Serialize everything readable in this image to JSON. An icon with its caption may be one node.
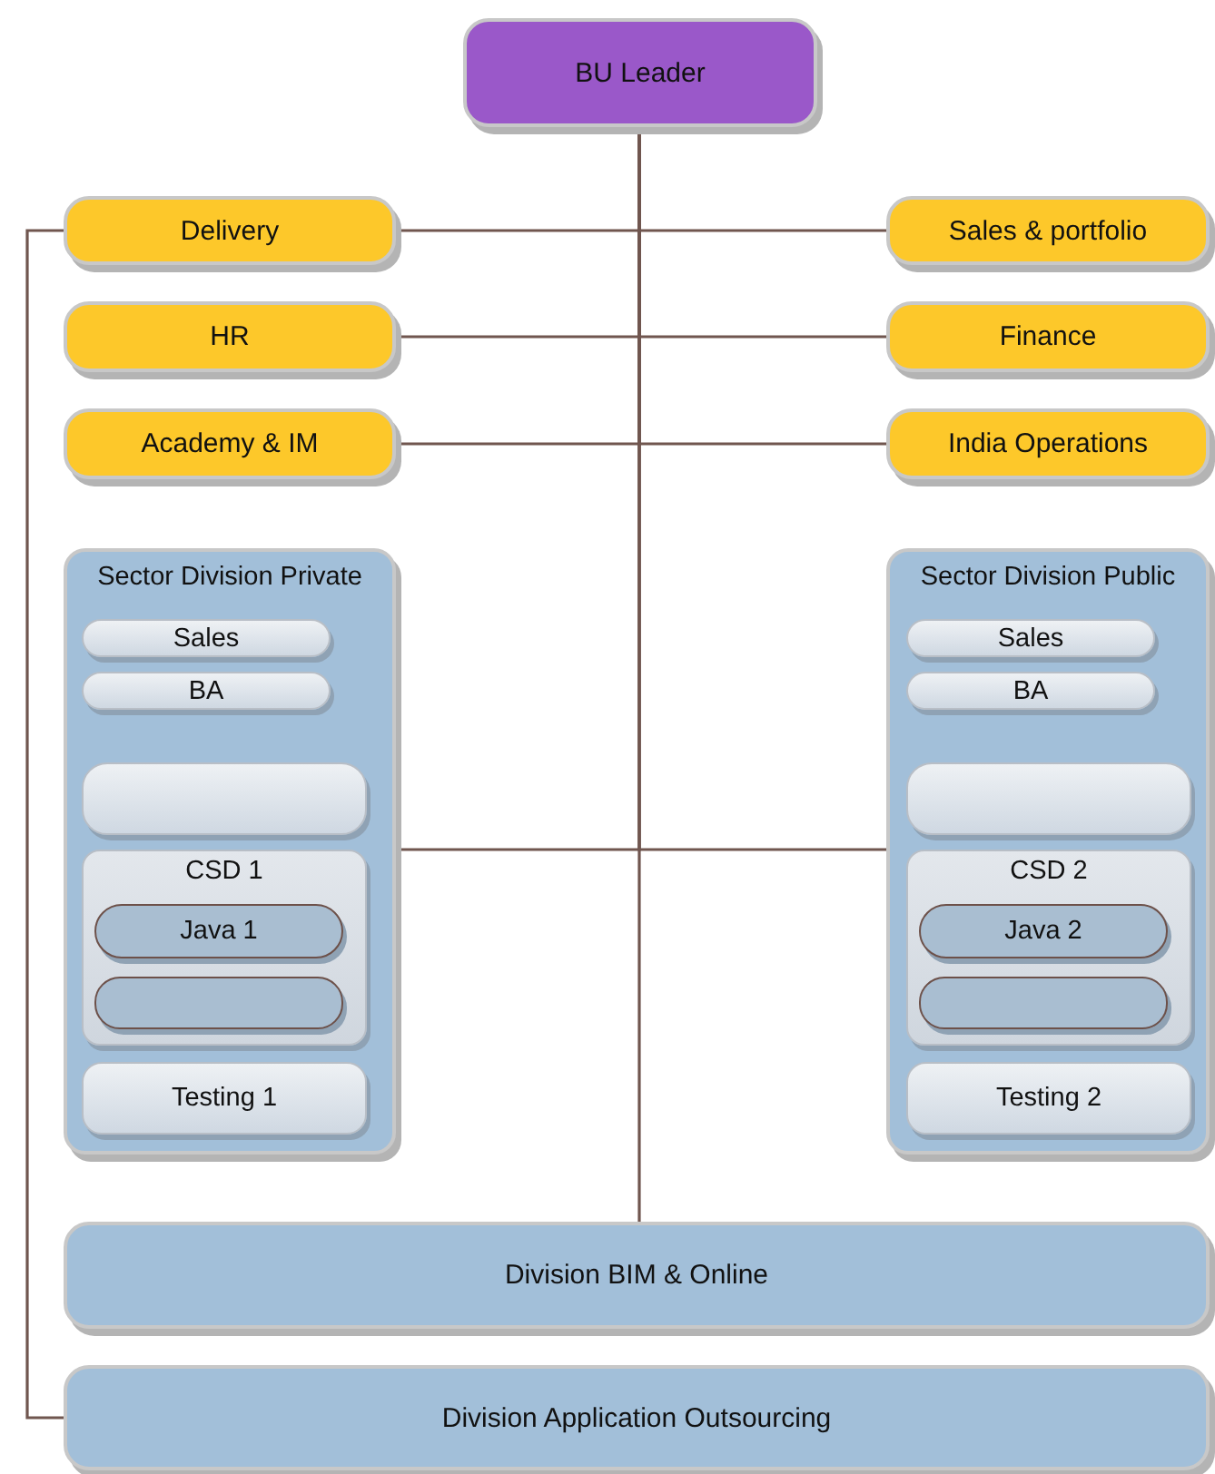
{
  "diagram": {
    "nodes": [
      {
        "text": [
          "BU Leader"
        ]
      },
      {
        "text": [
          "Delivery"
        ]
      },
      {
        "text": [
          "Sales & portfolio"
        ]
      },
      {
        "text": [
          "HR"
        ]
      },
      {
        "text": [
          "Finance"
        ]
      },
      {
        "text": [
          "Academy & IM"
        ]
      },
      {
        "text": [
          "India Operations"
        ]
      },
      {
        "text": [
          "Sector Division Private"
        ]
      },
      {
        "text": [
          "Sales"
        ],
        "in": 7
      },
      {
        "text": [
          "BA"
        ],
        "in": 7
      },
      {
        "text": [],
        "shape": "box",
        "in": 7
      },
      {
        "text": [
          "CSD 1"
        ],
        "in": 7
      },
      {
        "text": [
          "Java 1"
        ],
        "in": 11
      },
      {
        "text": [],
        "shape": "box",
        "in": 11
      },
      {
        "text": [
          "Testing 1"
        ],
        "in": 7
      },
      {
        "text": [
          "Sector Division Public"
        ]
      },
      {
        "text": [
          "Sales"
        ],
        "in": 15
      },
      {
        "text": [
          "BA"
        ],
        "in": 15
      },
      {
        "text": [],
        "shape": "box",
        "in": 15
      },
      {
        "text": [
          "CSD 2"
        ],
        "in": 15
      },
      {
        "text": [
          "Java 2"
        ],
        "in": 19
      },
      {
        "text": [],
        "shape": "box",
        "in": 19
      },
      {
        "text": [
          "Testing 2"
        ],
        "in": 15
      },
      {
        "text": [
          "Division BIM & Online"
        ]
      },
      {
        "text": [
          "Division Application Outsourcing"
        ]
      }
    ],
    "edges": [
      {
        "from": 0,
        "to": 1,
        "arrow": "none"
      },
      {
        "from": 0,
        "to": 2,
        "arrow": "none"
      },
      {
        "from": 0,
        "to": 3,
        "arrow": "none"
      },
      {
        "from": 0,
        "to": 4,
        "arrow": "none"
      },
      {
        "from": 0,
        "to": 5,
        "arrow": "none"
      },
      {
        "from": 0,
        "to": 6,
        "arrow": "none"
      },
      {
        "from": 0,
        "to": 7,
        "arrow": "none"
      },
      {
        "from": 0,
        "to": 15,
        "arrow": "none"
      },
      {
        "from": 0,
        "to": 23,
        "arrow": "none"
      },
      {
        "from": 1,
        "to": 24,
        "arrow": "none"
      }
    ]
  }
}
